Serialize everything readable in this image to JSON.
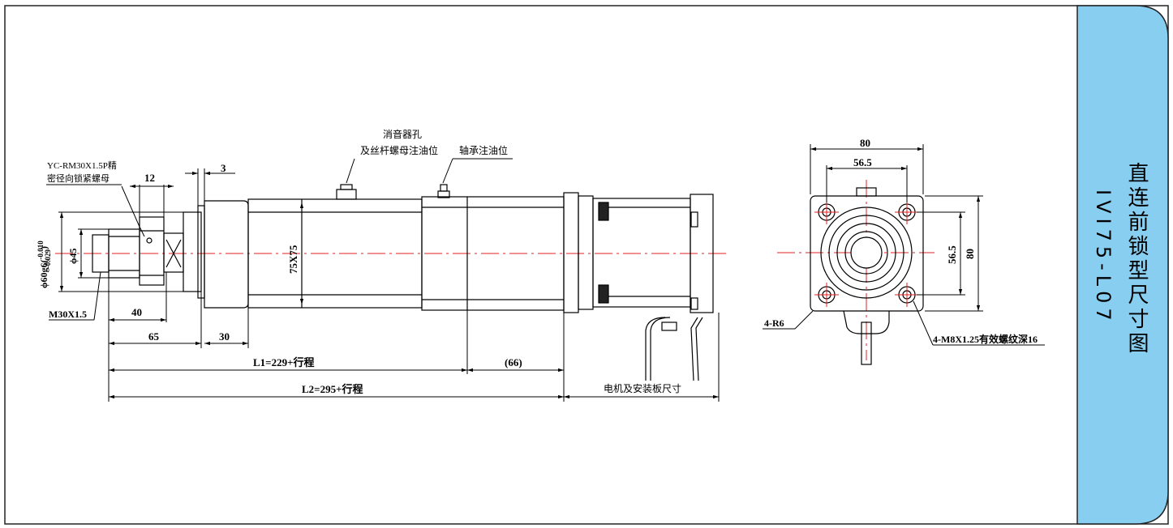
{
  "sidebar": {
    "title": "直连前锁型尺寸图",
    "model": "IVI75-L07",
    "color": "#87cef0"
  },
  "labels": {
    "silencer_hole_1": "消音器孔",
    "silencer_hole_2": "及丝杆螺母注油位",
    "bearing_oil": "轴承注油位",
    "lock_nut_1": "YC-RM30X1.5P精",
    "lock_nut_2": "密径向锁紧螺母",
    "motor_dims": "电机及安装板尺寸",
    "corner_radius": "4-R6",
    "thread_holes": "4-M8X1.25有效螺纹深16"
  },
  "dimensions": {
    "d12": "12",
    "d3": "3",
    "dia60": "ϕ60g6(",
    "tol_upper": "-0.010",
    "tol_lower": "-0.029",
    "dia45": "ϕ45",
    "thread_m30": "M30X1.5",
    "d40": "40",
    "d65": "65",
    "d30": "30",
    "body_75": "75X75",
    "l1": "L1=229+行程",
    "d66": "(66)",
    "l2": "L2=295+行程",
    "flange_80_top": "80",
    "flange_565_top": "56.5",
    "flange_565_side": "56.5",
    "flange_80_side": "80"
  }
}
